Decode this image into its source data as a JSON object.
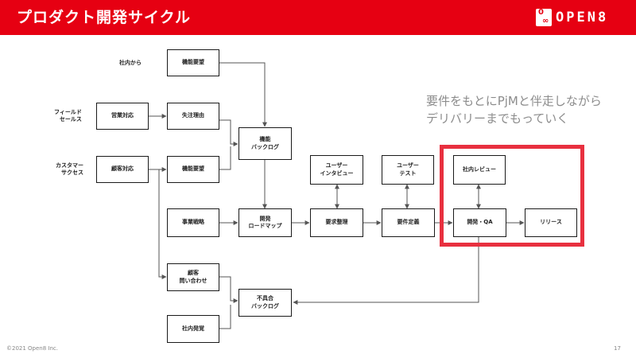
{
  "header": {
    "title": "プロダクト開発サイクル",
    "logo_mark_top": "0",
    "logo_mark_bottom": "∞",
    "logo_text": "OPEN8"
  },
  "sources": {
    "internal": "社内から",
    "field_sales": "フィールド\nセールス",
    "customer_success": "カスタマー\nサクセス"
  },
  "boxes": {
    "feature_request_top": "機能要望",
    "sales_response": "営業対応",
    "lost_reason": "失注理由",
    "feature_backlog": "機能\nバックログ",
    "customer_response": "顧客対応",
    "feature_request": "機能要望",
    "user_interview": "ユーザー\nインタビュー",
    "user_test": "ユーザー\nテスト",
    "internal_review": "社内レビュー",
    "business_strategy": "事業戦略",
    "dev_roadmap": "開発\nロードマップ",
    "requirements_org": "要求整理",
    "requirements_def": "要件定義",
    "dev_qa": "開発・QA",
    "release": "リリース",
    "customer_inquiry": "顧客\n問い合わせ",
    "bug_backlog": "不具合\nバックログ",
    "internal_found": "社内発覚"
  },
  "note": "要件をもとにPjMと伴走しながら\nデリバリーまでもっていく",
  "footer": {
    "copyright": "©2021 Open8 Inc.",
    "page": "17"
  },
  "colors": {
    "brand_red": "#e60012",
    "highlight": "#e8303f",
    "note_gray": "#8c8c8c"
  }
}
